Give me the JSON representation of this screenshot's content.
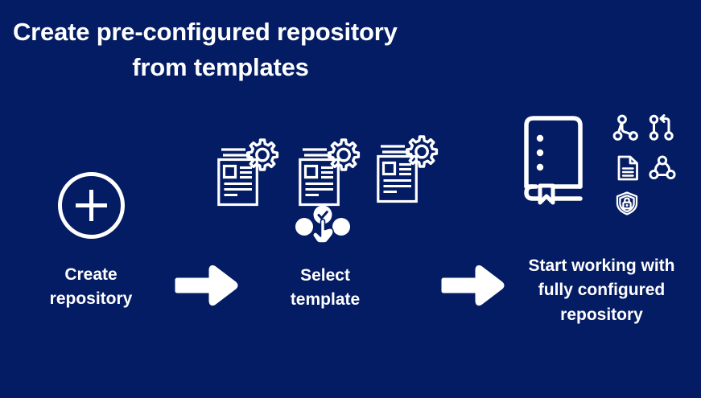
{
  "slide": {
    "background_color": "#041c63",
    "foreground_color": "#ffffff",
    "title_line_1": "Create pre-configured repository",
    "title_line_2": "from templates"
  },
  "steps": [
    {
      "id": "create-repository",
      "icon": "plus-circle-icon",
      "label": "Create\nrepository"
    },
    {
      "id": "select-template",
      "icon": "document-gear-icon",
      "secondary_icon": "hand-select-check-icon",
      "label": "Select\ntemplate",
      "template_count": 3
    },
    {
      "id": "configured-repository",
      "icon": "book-repository-icon",
      "label": "Start  working with\nfully configured\nrepository"
    }
  ],
  "connectors": [
    {
      "id": "arrow-1",
      "icon": "arrow-right-icon"
    },
    {
      "id": "arrow-2",
      "icon": "arrow-right-icon"
    }
  ],
  "feature_icons": [
    {
      "id": "git-branch",
      "icon": "git-branch-icon"
    },
    {
      "id": "pull-request",
      "icon": "pull-request-icon"
    },
    {
      "id": "file",
      "icon": "file-document-icon"
    },
    {
      "id": "webhook",
      "icon": "webhook-icon"
    },
    {
      "id": "security",
      "icon": "shield-lock-icon"
    }
  ]
}
